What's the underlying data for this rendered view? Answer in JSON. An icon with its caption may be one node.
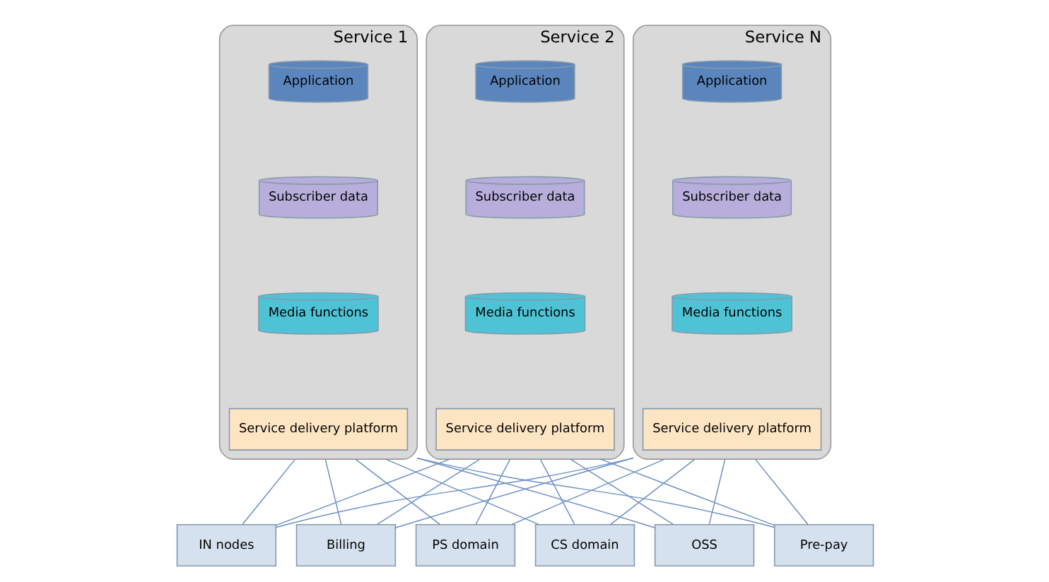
{
  "diagram": {
    "nodes": [
      {
        "text": [
          "Service 1"
        ]
      },
      {
        "text": [
          "Application"
        ],
        "in": 0
      },
      {
        "text": [
          "Subscriber data"
        ],
        "in": 0
      },
      {
        "text": [
          "Media functions"
        ],
        "in": 0
      },
      {
        "text": [
          "Service delivery platform"
        ],
        "in": 0
      },
      {
        "text": [
          "Service 2"
        ]
      },
      {
        "text": [
          "Application"
        ],
        "in": 5
      },
      {
        "text": [
          "Subscriber data"
        ],
        "in": 5
      },
      {
        "text": [
          "Media functions"
        ],
        "in": 5
      },
      {
        "text": [
          "Service delivery platform"
        ],
        "in": 5
      },
      {
        "text": [
          "Service N"
        ]
      },
      {
        "text": [
          "Application"
        ],
        "in": 10
      },
      {
        "text": [
          "Subscriber data"
        ],
        "in": 10
      },
      {
        "text": [
          "Media functions"
        ],
        "in": 10
      },
      {
        "text": [
          "Service delivery platform"
        ],
        "in": 10
      },
      {
        "text": [
          "IN nodes"
        ]
      },
      {
        "text": [
          "Billing"
        ]
      },
      {
        "text": [
          "PS domain"
        ]
      },
      {
        "text": [
          "CS domain"
        ]
      },
      {
        "text": [
          "OSS"
        ]
      },
      {
        "text": [
          "Pre-pay"
        ]
      }
    ],
    "edges": [
      {
        "from": 0,
        "to": 15,
        "arrow": "none"
      },
      {
        "from": 0,
        "to": 16,
        "arrow": "none"
      },
      {
        "from": 0,
        "to": 17,
        "arrow": "none"
      },
      {
        "from": 0,
        "to": 18,
        "arrow": "none"
      },
      {
        "from": 0,
        "to": 19,
        "arrow": "none"
      },
      {
        "from": 0,
        "to": 20,
        "arrow": "none"
      },
      {
        "from": 5,
        "to": 15,
        "arrow": "none"
      },
      {
        "from": 5,
        "to": 16,
        "arrow": "none"
      },
      {
        "from": 5,
        "to": 17,
        "arrow": "none"
      },
      {
        "from": 5,
        "to": 18,
        "arrow": "none"
      },
      {
        "from": 5,
        "to": 19,
        "arrow": "none"
      },
      {
        "from": 5,
        "to": 20,
        "arrow": "none"
      },
      {
        "from": 10,
        "to": 15,
        "arrow": "none"
      },
      {
        "from": 10,
        "to": 16,
        "arrow": "none"
      },
      {
        "from": 10,
        "to": 17,
        "arrow": "none"
      },
      {
        "from": 10,
        "to": 18,
        "arrow": "none"
      },
      {
        "from": 10,
        "to": 19,
        "arrow": "none"
      },
      {
        "from": 10,
        "to": 20,
        "arrow": "none"
      }
    ]
  }
}
